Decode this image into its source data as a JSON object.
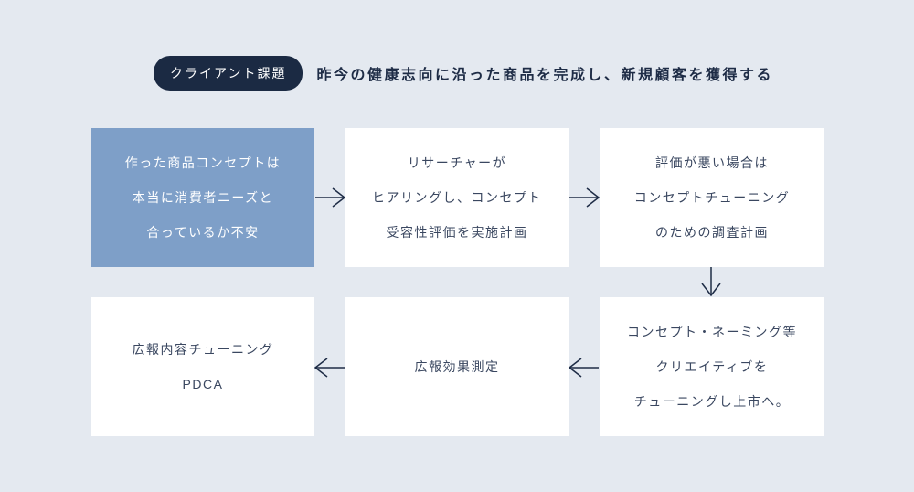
{
  "header": {
    "badge": "クライアント課題",
    "title": "昨今の健康志向に沿った商品を完成し、新規顧客を獲得する"
  },
  "flow": {
    "boxes": [
      {
        "name": "concept-concern",
        "highlight": true,
        "lines": [
          "作った商品コンセプトは",
          "本当に消費者ニーズと",
          "合っているか不安"
        ]
      },
      {
        "name": "researcher-hearing-plan",
        "highlight": false,
        "lines": [
          "リサーチャーが",
          "ヒアリングし、コンセプト",
          "受容性評価を実施計画"
        ]
      },
      {
        "name": "concept-tuning-survey-plan",
        "highlight": false,
        "lines": [
          "評価が悪い場合は",
          "コンセプトチューニング",
          "のための調査計画"
        ]
      },
      {
        "name": "creative-tuning-launch",
        "highlight": false,
        "lines": [
          "コンセプト・ネーミング等",
          "クリエイティブを",
          "チューニングし上市へ。"
        ]
      },
      {
        "name": "pr-effect-measurement",
        "highlight": false,
        "lines": [
          "広報効果測定"
        ]
      },
      {
        "name": "pr-content-tuning-pdca",
        "highlight": false,
        "lines": [
          "広報内容チューニング",
          "PDCA"
        ]
      }
    ],
    "arrow_directions": [
      "right",
      "right",
      "down",
      "left",
      "left"
    ]
  },
  "colors": {
    "background": "#e4e9f0",
    "badge_bg": "#1b2a43",
    "badge_text": "#ffffff",
    "highlight_box_bg": "#7e9fc8",
    "highlight_box_text": "#ffffff",
    "box_bg": "#ffffff",
    "box_text": "#3a4760",
    "title_text": "#1e2c46",
    "arrow": "#1e2c46"
  }
}
